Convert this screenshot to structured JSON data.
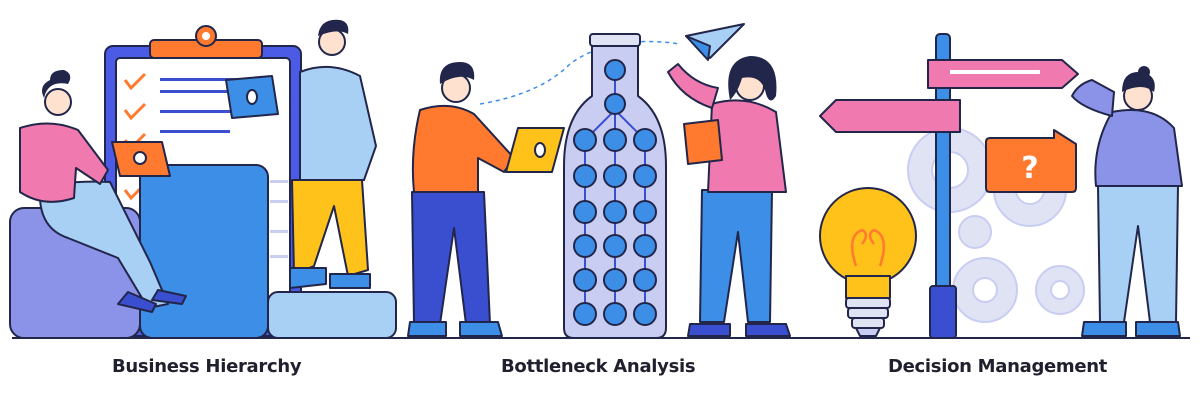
{
  "captions": {
    "business_hierarchy": "Business Hierarchy",
    "bottleneck_analysis": "Bottleneck Analysis",
    "decision_management": "Decision Management"
  },
  "sign": {
    "question_mark": "?"
  },
  "icons": [
    "clipboard-icon",
    "checkmark-icon",
    "laptop-icon",
    "bottle-icon",
    "paper-plane-icon",
    "tablet-icon",
    "signpost-icon",
    "lightbulb-icon",
    "gear-icon",
    "question-bubble-icon"
  ],
  "colors": {
    "outline": "#22264a",
    "blue": "#3d8ee6",
    "light_blue": "#a8d0f5",
    "navy": "#3a4fd0",
    "orange": "#ff7a2f",
    "pink": "#f07ab0",
    "yellow": "#ffc21a",
    "lavender": "#c9cdf2",
    "gear_grey": "#dfe3f4"
  }
}
